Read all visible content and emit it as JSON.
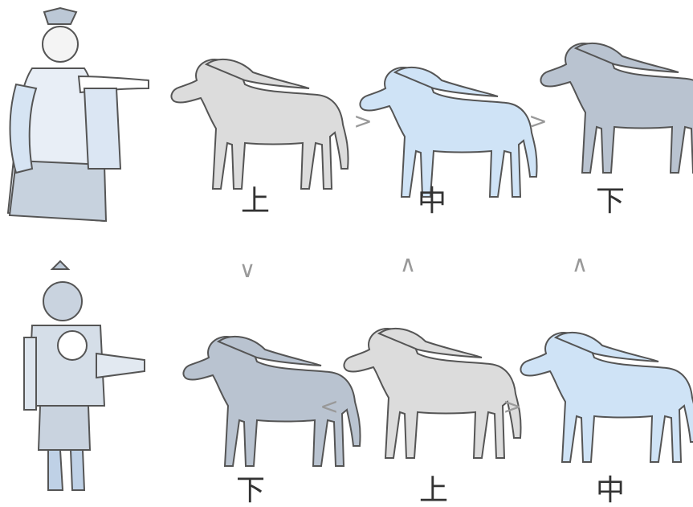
{
  "colors": {
    "top_grade": "#dcdcdc",
    "middle_grade": "#cfe3f6",
    "low_grade": "#b9c3d0",
    "outline": "#555555"
  },
  "top_row": {
    "figure": "king-figure",
    "horses": [
      {
        "label": "上",
        "color_key": "top_grade"
      },
      {
        "label": "中",
        "color_key": "middle_grade"
      },
      {
        "label": "下",
        "color_key": "low_grade"
      }
    ],
    "relations": [
      ">",
      ">"
    ]
  },
  "bottom_row": {
    "figure": "general-figure",
    "horses": [
      {
        "label": "下",
        "color_key": "low_grade"
      },
      {
        "label": "上",
        "color_key": "top_grade"
      },
      {
        "label": "中",
        "color_key": "middle_grade"
      }
    ],
    "relations": [
      "<",
      ">"
    ]
  },
  "vertical_relations": [
    "∨",
    "∧",
    "∧"
  ]
}
